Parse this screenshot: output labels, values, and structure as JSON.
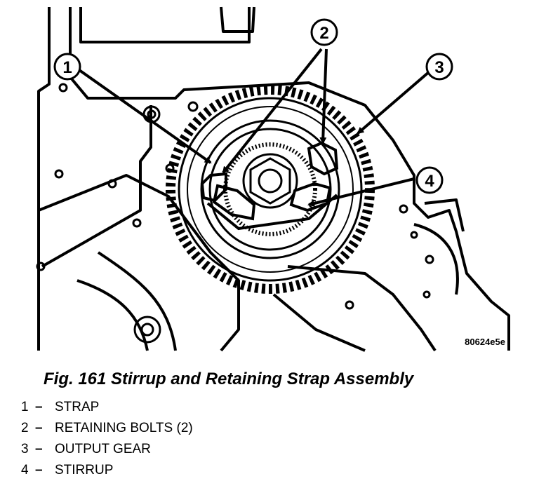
{
  "figure": {
    "code": "80624e5e",
    "callouts": [
      "1",
      "2",
      "3",
      "4"
    ]
  },
  "caption": "Fig. 161 Stirrup and Retaining Strap Assembly",
  "legend": [
    {
      "num": "1",
      "dash": "–",
      "label": "STRAP"
    },
    {
      "num": "2",
      "dash": "–",
      "label": "RETAINING BOLTS (2)"
    },
    {
      "num": "3",
      "dash": "–",
      "label": "OUTPUT GEAR"
    },
    {
      "num": "4",
      "dash": "–",
      "label": "STIRRUP"
    }
  ]
}
